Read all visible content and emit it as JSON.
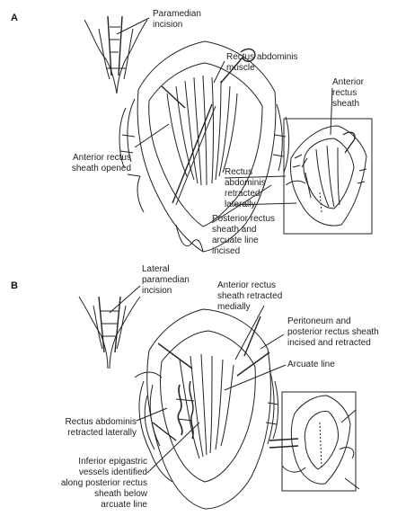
{
  "panels": {
    "a": {
      "letter": "A",
      "labels": {
        "paramedian_incision": "Paramedian\nincision",
        "rectus_muscle": "Rectus abdominis\nmuscle",
        "anterior_sheath": "Anterior\nrectus\nsheath",
        "anterior_sheath_opened": "Anterior rectus\nsheath opened",
        "rectus_retracted": "Rectus\nabdominis\nretracted\nlaterally",
        "posterior_sheath": "Posterior rectus\nsheath and\narcuate line\nincised"
      }
    },
    "b": {
      "letter": "B",
      "labels": {
        "lateral_incision": "Lateral\nparamedian\nincision",
        "anterior_sheath_medial": "Anterior rectus\nsheath retracted\nmedially",
        "peritoneum": "Peritoneum and\nposterior rectus sheath\nincised and retracted",
        "arcuate_line": "Arcuate line",
        "rectus_retracted": "Rectus abdominis\nretracted laterally",
        "epigastric_vessels": "Inferior epigastric\nvessels identified\nalong posterior rectus\nsheath below\narcuate line"
      }
    }
  }
}
